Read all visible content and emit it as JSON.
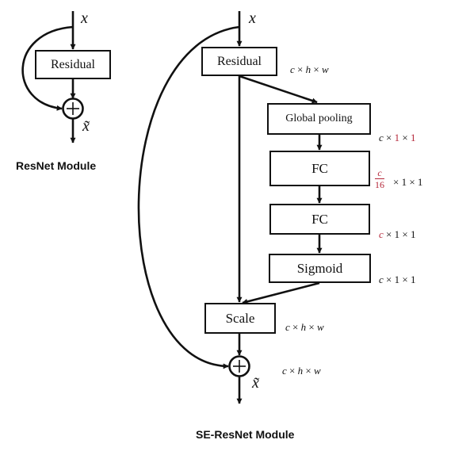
{
  "resnet": {
    "input_label": "x",
    "output_label": "x̃",
    "residual_label": "Residual",
    "caption": "ResNet Module"
  },
  "se_resnet": {
    "input_label": "x",
    "output_label": "x̃",
    "residual_label": "Residual",
    "global_pooling_label": "Global pooling",
    "fc1_label": "FC",
    "fc2_label": "FC",
    "sigmoid_label": "Sigmoid",
    "scale_label": "Scale",
    "caption": "SE-ResNet Module",
    "dims": {
      "residual_out": {
        "c": "c",
        "x": "×",
        "h": "h",
        "w": "w"
      },
      "pooling_out": {
        "c": "c",
        "x": "×",
        "v1": "1",
        "v2": "1"
      },
      "fc1_out": {
        "num": "c",
        "den": "16",
        "rest": "× 1 × 1"
      },
      "fc2_out": {
        "c": "c",
        "rest": "× 1 × 1"
      },
      "sigmoid_out": {
        "c": "c",
        "rest": "× 1 × 1"
      },
      "scale_out": {
        "c": "c",
        "x": "×",
        "h": "h",
        "w": "w"
      },
      "sum_out": {
        "c": "c",
        "x": "×",
        "h": "h",
        "w": "w"
      }
    }
  },
  "colors": {
    "line": "#111111",
    "highlight": "#b5283a"
  }
}
